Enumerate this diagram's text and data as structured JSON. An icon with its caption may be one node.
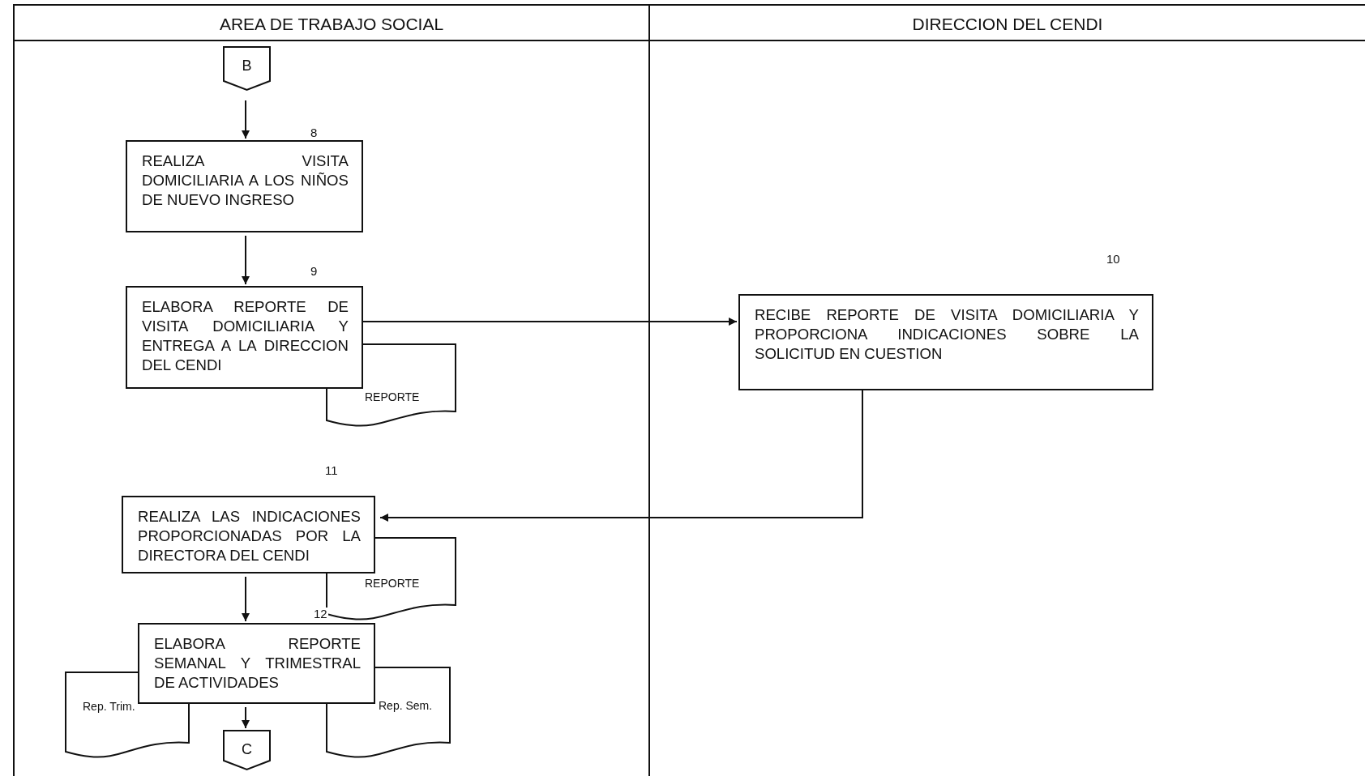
{
  "diagram": {
    "nodes": [
      {
        "text": [
          "AREA DE TRABAJO SOCIAL"
        ]
      },
      {
        "text": [
          "DIRECCION DEL CENDI"
        ]
      },
      {
        "text": [
          "B"
        ],
        "in": 0
      },
      {
        "text": [
          "REALIZA VISITA DOMICILIARIA A LOS NIÑOS DE NUEVO INGRESO"
        ],
        "in": 0,
        "beside": [
          "8"
        ]
      },
      {
        "text": [
          "ELABORA REPORTE DE VISITA DOMICILIARIA Y ENTREGA A LA DIRECCION DEL CENDI"
        ],
        "in": 0,
        "beside": [
          "9"
        ]
      },
      {
        "text": [
          "REPORTE"
        ],
        "in": 0
      },
      {
        "text": [
          "RECIBE REPORTE DE VISITA DOMICILIARIA Y PROPORCIONA INDICACIONES SOBRE LA SOLICITUD EN CUESTION"
        ],
        "in": 1,
        "beside": [
          "10"
        ]
      },
      {
        "text": [
          "REALIZA LAS INDICACIONES PROPORCIONADAS POR LA DIRECTORA DEL CENDI"
        ],
        "in": 0,
        "beside": [
          "11"
        ]
      },
      {
        "text": [
          "REPORTE"
        ],
        "in": 0
      },
      {
        "text": [
          "ELABORA REPORTE SEMANAL Y TRIMESTRAL DE ACTIVIDADES"
        ],
        "in": 0,
        "beside": [
          "12"
        ]
      },
      {
        "text": [
          "Rep. Trim."
        ],
        "in": 0
      },
      {
        "text": [
          "Rep. Sem."
        ],
        "in": 0
      },
      {
        "text": [
          "C"
        ],
        "in": 0
      }
    ],
    "edges": [
      {
        "from": 2,
        "to": 3,
        "arrow": "to"
      },
      {
        "from": 3,
        "to": 4,
        "arrow": "to"
      },
      {
        "from": 4,
        "to": 6,
        "arrow": "to"
      },
      {
        "from": 6,
        "to": 7,
        "arrow": "to"
      },
      {
        "from": 7,
        "to": 9,
        "arrow": "to"
      },
      {
        "from": 9,
        "to": 12,
        "arrow": "to"
      }
    ]
  }
}
